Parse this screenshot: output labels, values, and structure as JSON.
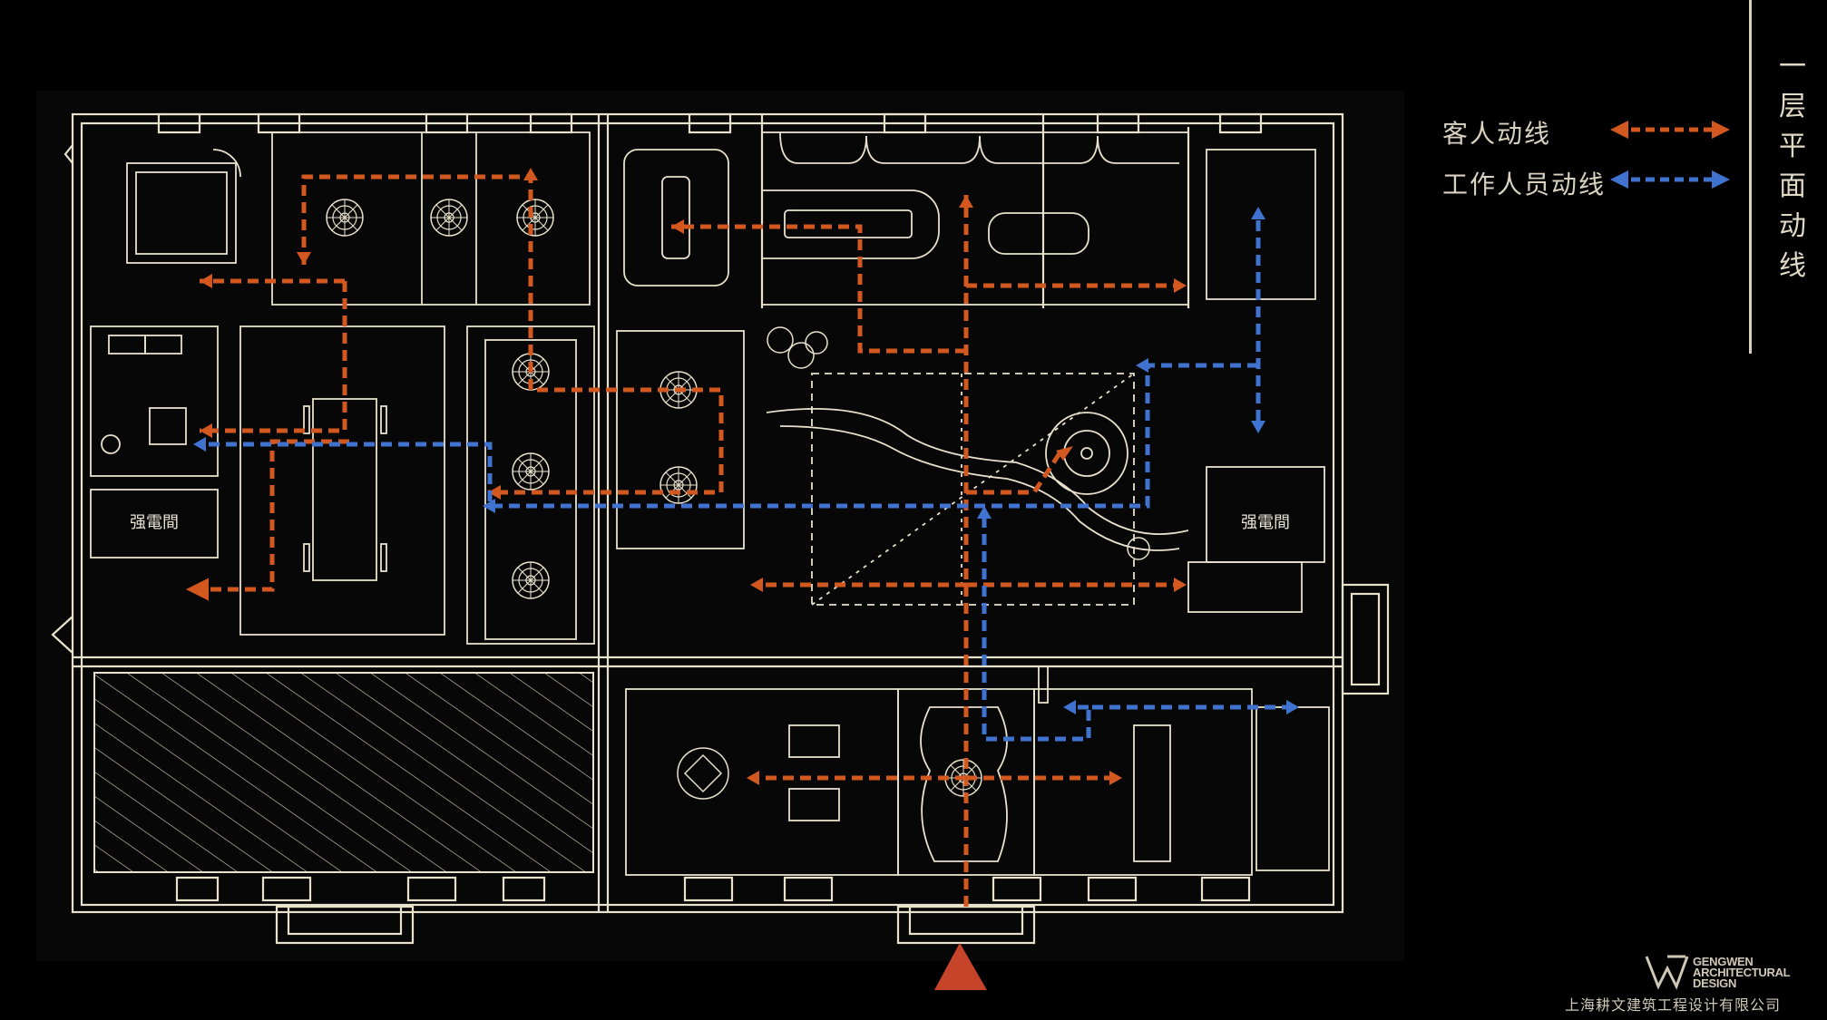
{
  "legend": {
    "guest_label": "客人动线",
    "staff_label": "工作人员动线",
    "guest_color": "#d2581f",
    "staff_color": "#3f73cf"
  },
  "title": {
    "chars": [
      "一",
      "层",
      "平",
      "面",
      "动",
      "线"
    ]
  },
  "rooms": {
    "power_room_left": "强電間",
    "power_room_right": "强電間"
  },
  "branding": {
    "logo_line1": "GENGWEN",
    "logo_line2": "ARCHITECTURAL",
    "logo_line3": "DESIGN",
    "company": "上海耕文建筑工程设计有限公司"
  },
  "colors": {
    "background": "#000000",
    "plan_background": "#070707",
    "wall_line": "#e8e1cc",
    "entrance_marker": "#c6452a"
  }
}
